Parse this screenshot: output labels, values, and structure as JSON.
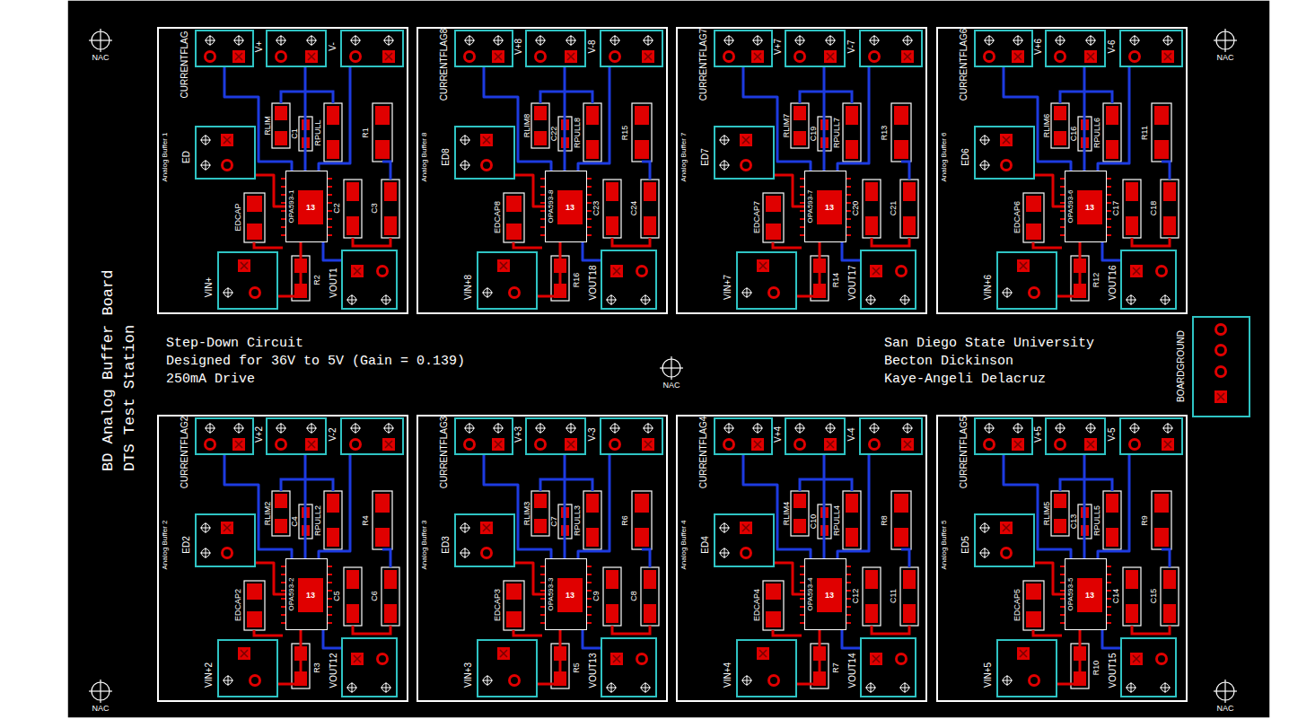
{
  "diagram": {
    "title": "BD Analog Buffer Board",
    "nodes": [
      {
        "text": [
          "Analog Buffer 1"
        ]
      },
      {
        "text": [
          "CURRENTFLAG"
        ],
        "in": 0
      },
      {
        "text": [
          "V+"
        ],
        "in": 0
      },
      {
        "text": [
          "V-"
        ],
        "in": 0
      },
      {
        "text": [
          "ED"
        ],
        "in": 0
      },
      {
        "text": [
          "OPA593-1",
          "13"
        ],
        "in": 0
      },
      {
        "text": [
          "VIN+"
        ],
        "in": 0
      },
      {
        "text": [
          "VOUT1"
        ],
        "in": 0
      },
      {
        "text": [
          "Analog Buffer 8"
        ]
      },
      {
        "text": [
          "CURRENTFLAG8"
        ],
        "in": 8
      },
      {
        "text": [
          "V+8"
        ],
        "in": 8
      },
      {
        "text": [
          "V-8"
        ],
        "in": 8
      },
      {
        "text": [
          "ED8"
        ],
        "in": 8
      },
      {
        "text": [
          "OPA593-8",
          "13"
        ],
        "in": 8
      },
      {
        "text": [
          "VIN+8"
        ],
        "in": 8
      },
      {
        "text": [
          "VOUT18"
        ],
        "in": 8
      },
      {
        "text": [
          "Analog Buffer 7"
        ]
      },
      {
        "text": [
          "CURRENTFLAG7"
        ],
        "in": 16
      },
      {
        "text": [
          "V+7"
        ],
        "in": 16
      },
      {
        "text": [
          "V-7"
        ],
        "in": 16
      },
      {
        "text": [
          "ED7"
        ],
        "in": 16
      },
      {
        "text": [
          "OPA593-7",
          "13"
        ],
        "in": 16
      },
      {
        "text": [
          "VIN+7"
        ],
        "in": 16
      },
      {
        "text": [
          "VOUT17"
        ],
        "in": 16
      },
      {
        "text": [
          "Analog Buffer 6"
        ]
      },
      {
        "text": [
          "CURRENTFLAG6"
        ],
        "in": 24
      },
      {
        "text": [
          "V+6"
        ],
        "in": 24
      },
      {
        "text": [
          "V-6"
        ],
        "in": 24
      },
      {
        "text": [
          "ED6"
        ],
        "in": 24
      },
      {
        "text": [
          "OPA593-6",
          "13"
        ],
        "in": 24
      },
      {
        "text": [
          "VIN+6"
        ],
        "in": 24
      },
      {
        "text": [
          "VOUT16"
        ],
        "in": 24
      },
      {
        "text": [
          "BOARDGROUND"
        ]
      },
      {
        "text": [
          "Analog Buffer 2"
        ]
      },
      {
        "text": [
          "CURRENTFLAG2"
        ],
        "in": 33
      },
      {
        "text": [
          "V+2"
        ],
        "in": 33
      },
      {
        "text": [
          "V-2"
        ],
        "in": 33
      },
      {
        "text": [
          "ED2"
        ],
        "in": 33
      },
      {
        "text": [
          "OPA593-2",
          "13"
        ],
        "in": 33
      },
      {
        "text": [
          "VIN+2"
        ],
        "in": 33
      },
      {
        "text": [
          "VOUT12"
        ],
        "in": 33
      },
      {
        "text": [
          "Analog Buffer 3"
        ]
      },
      {
        "text": [
          "CURRENTFLAG3"
        ],
        "in": 41
      },
      {
        "text": [
          "V+3"
        ],
        "in": 41
      },
      {
        "text": [
          "V-3"
        ],
        "in": 41
      },
      {
        "text": [
          "ED3"
        ],
        "in": 41
      },
      {
        "text": [
          "OPA593-3",
          "13"
        ],
        "in": 41
      },
      {
        "text": [
          "VIN+3"
        ],
        "in": 41
      },
      {
        "text": [
          "VOUT13"
        ],
        "in": 41
      },
      {
        "text": [
          "Analog Buffer 4"
        ]
      },
      {
        "text": [
          "CURRENTFLAG4"
        ],
        "in": 49
      },
      {
        "text": [
          "V+4"
        ],
        "in": 49
      },
      {
        "text": [
          "V-4"
        ],
        "in": 49
      },
      {
        "text": [
          "ED4"
        ],
        "in": 49
      },
      {
        "text": [
          "OPA593-4",
          "13"
        ],
        "in": 49
      },
      {
        "text": [
          "VIN+4"
        ],
        "in": 49
      },
      {
        "text": [
          "VOUT14"
        ],
        "in": 49
      },
      {
        "text": [
          "Analog Buffer 5"
        ]
      },
      {
        "text": [
          "CURRENTFLAG5"
        ],
        "in": 57
      },
      {
        "text": [
          "V+5"
        ],
        "in": 57
      },
      {
        "text": [
          "V-5"
        ],
        "in": 57
      },
      {
        "text": [
          "ED5"
        ],
        "in": 57
      },
      {
        "text": [
          "OPA593-5",
          "13"
        ],
        "in": 57
      },
      {
        "text": [
          "VIN+5"
        ],
        "in": 57
      },
      {
        "text": [
          "VOUT15"
        ],
        "in": 57
      }
    ],
    "edges": [
      {
        "from": 1,
        "to": 5,
        "arrow": "none"
      },
      {
        "from": 2,
        "to": 5,
        "arrow": "none"
      },
      {
        "from": 3,
        "to": 5,
        "arrow": "none"
      },
      {
        "from": 4,
        "to": 5,
        "arrow": "none"
      },
      {
        "from": 6,
        "to": 5,
        "arrow": "none"
      },
      {
        "from": 7,
        "to": 5,
        "arrow": "none"
      },
      {
        "from": 9,
        "to": 13,
        "arrow": "none"
      },
      {
        "from": 10,
        "to": 13,
        "arrow": "none"
      },
      {
        "from": 11,
        "to": 13,
        "arrow": "none"
      },
      {
        "from": 12,
        "to": 13,
        "arrow": "none"
      },
      {
        "from": 14,
        "to": 13,
        "arrow": "none"
      },
      {
        "from": 15,
        "to": 13,
        "arrow": "none"
      },
      {
        "from": 17,
        "to": 21,
        "arrow": "none"
      },
      {
        "from": 18,
        "to": 21,
        "arrow": "none"
      },
      {
        "from": 19,
        "to": 21,
        "arrow": "none"
      },
      {
        "from": 20,
        "to": 21,
        "arrow": "none"
      },
      {
        "from": 22,
        "to": 21,
        "arrow": "none"
      },
      {
        "from": 23,
        "to": 21,
        "arrow": "none"
      },
      {
        "from": 25,
        "to": 29,
        "arrow": "none"
      },
      {
        "from": 26,
        "to": 29,
        "arrow": "none"
      },
      {
        "from": 27,
        "to": 29,
        "arrow": "none"
      },
      {
        "from": 28,
        "to": 29,
        "arrow": "none"
      },
      {
        "from": 30,
        "to": 29,
        "arrow": "none"
      },
      {
        "from": 31,
        "to": 29,
        "arrow": "none"
      },
      {
        "from": 34,
        "to": 38,
        "arrow": "none"
      },
      {
        "from": 35,
        "to": 38,
        "arrow": "none"
      },
      {
        "from": 36,
        "to": 38,
        "arrow": "none"
      },
      {
        "from": 37,
        "to": 38,
        "arrow": "none"
      },
      {
        "from": 39,
        "to": 38,
        "arrow": "none"
      },
      {
        "from": 40,
        "to": 38,
        "arrow": "none"
      },
      {
        "from": 42,
        "to": 46,
        "arrow": "none"
      },
      {
        "from": 43,
        "to": 46,
        "arrow": "none"
      },
      {
        "from": 44,
        "to": 46,
        "arrow": "none"
      },
      {
        "from": 45,
        "to": 46,
        "arrow": "none"
      },
      {
        "from": 47,
        "to": 46,
        "arrow": "none"
      },
      {
        "from": 48,
        "to": 46,
        "arrow": "none"
      },
      {
        "from": 50,
        "to": 54,
        "arrow": "none"
      },
      {
        "from": 51,
        "to": 54,
        "arrow": "none"
      },
      {
        "from": 52,
        "to": 54,
        "arrow": "none"
      },
      {
        "from": 53,
        "to": 54,
        "arrow": "none"
      },
      {
        "from": 55,
        "to": 54,
        "arrow": "none"
      },
      {
        "from": 56,
        "to": 54,
        "arrow": "none"
      },
      {
        "from": 58,
        "to": 62,
        "arrow": "none"
      },
      {
        "from": 59,
        "to": 62,
        "arrow": "none"
      },
      {
        "from": 60,
        "to": 62,
        "arrow": "none"
      },
      {
        "from": 61,
        "to": 62,
        "arrow": "none"
      },
      {
        "from": 63,
        "to": 62,
        "arrow": "none"
      },
      {
        "from": 64,
        "to": 62,
        "arrow": "none"
      }
    ],
    "labels": [
      "RLIM",
      "C1",
      "RPULL",
      "R1",
      "EDCAP",
      "C2",
      "C3",
      "R2",
      "RLIM8",
      "C22",
      "RPULL8",
      "R15",
      "EDCAP8",
      "C23",
      "C24",
      "R16",
      "RLIM7",
      "C19",
      "RPULL7",
      "R13",
      "EDCAP7",
      "C20",
      "C21",
      "R14",
      "RLIM6",
      "C16",
      "RPULL6",
      "R11",
      "EDCAP6",
      "C17",
      "C18",
      "R12",
      "RLIM2",
      "C4",
      "RPULL2",
      "R4",
      "EDCAP2",
      "C5",
      "C6",
      "R3",
      "RLIM3",
      "C7",
      "RPULL3",
      "R6",
      "EDCAP3",
      "C9",
      "C8",
      "R5",
      "RLIM4",
      "C10",
      "RPULL4",
      "R8",
      "EDCAP4",
      "C12",
      "C11",
      "R7",
      "RLIM5",
      "C13",
      "RPULL5",
      "R9",
      "EDCAP5",
      "C14",
      "C15",
      "R10",
      "DTS Test Station",
      "Step-Down Circuit",
      "Designed for 36V to 5V (Gain = 0.139)",
      "250mA Drive",
      "San Diego State University",
      "Becton Dickinson",
      "Kaye-Angeli Delacruz",
      "NAC",
      "NAC",
      "NAC",
      "NAC",
      "NAC"
    ]
  }
}
